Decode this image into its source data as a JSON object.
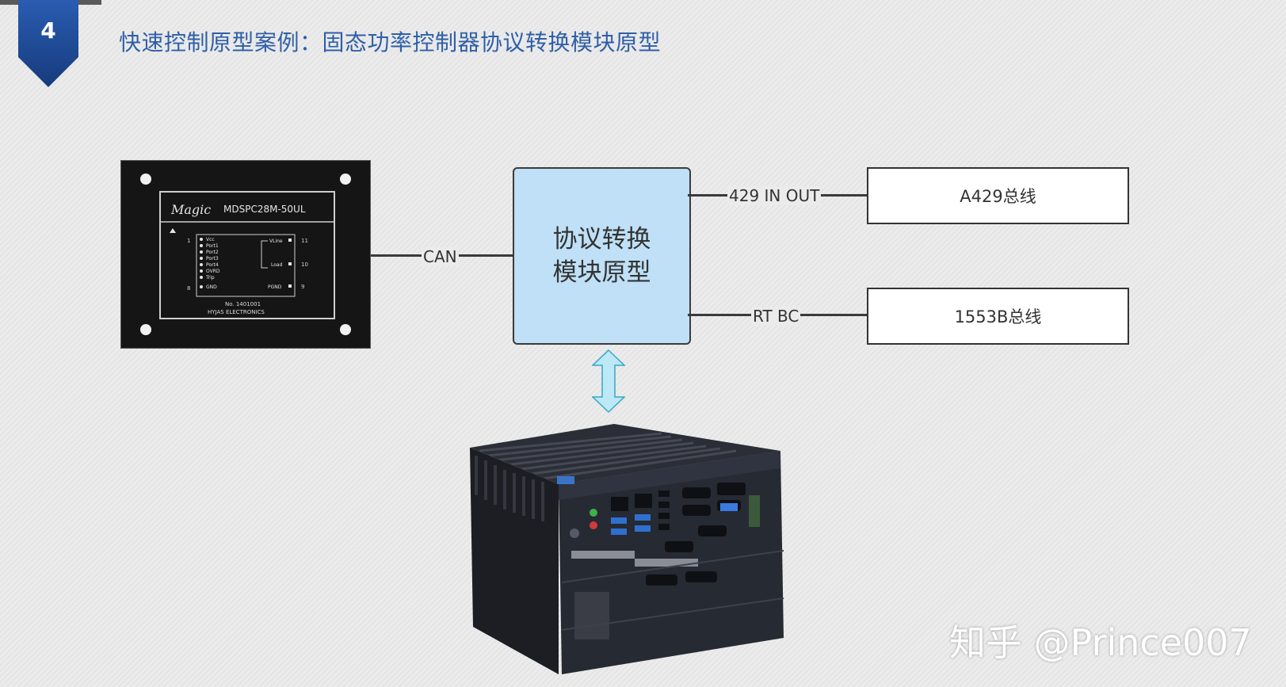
{
  "slide": {
    "number": "4",
    "title": "快速控制原型案例：固态功率控制器协议转换模块原型"
  },
  "module_photo": {
    "logo": "Magic",
    "model": "MDSPC28M-50UL",
    "pin_left_1": "1",
    "pin_left_8": "8",
    "pin_right_11": "11",
    "pin_right_10": "10",
    "pin_right_9": "9",
    "pins_left": [
      "Vcc",
      "Port1",
      "Port2",
      "Port3",
      "Port4",
      "OVRD",
      "Trip",
      "GND"
    ],
    "pins_right": [
      "VLine",
      "Load",
      "PGND"
    ],
    "serial": "No. 1401001",
    "maker": "HYJAS ELECTRONICS"
  },
  "diagram": {
    "proto_line1": "协议转换",
    "proto_line2": "模块原型",
    "can_label": "CAN",
    "a429_conn_label": "429 IN OUT",
    "rtbc_conn_label": "RT BC",
    "a429_box": "A429总线",
    "b1553_box": "1553B总线"
  },
  "watermark": "知乎 @Prince007",
  "colors": {
    "title_blue": "#2f5fa8",
    "badge_blue": "#1f4c9c",
    "proto_fill": "#bfe0f6",
    "arrow_fill": "#bde8f5"
  }
}
